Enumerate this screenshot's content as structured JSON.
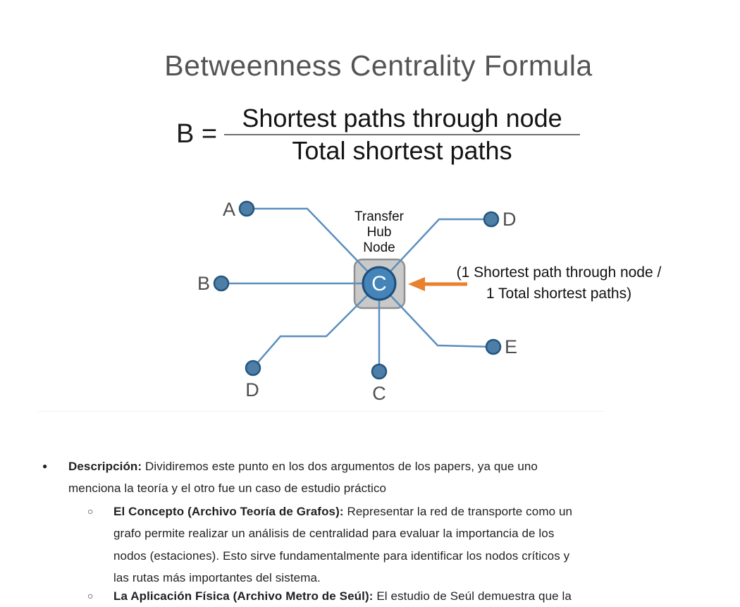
{
  "title": "Betweenness Centrality Formula",
  "formula": {
    "lhs": "B =",
    "numerator": "Shortest paths through node",
    "denominator": "Total shortest paths"
  },
  "diagram": {
    "hub_caption_lines": [
      "Transfer",
      "Hub",
      "Node"
    ],
    "hub_letter": "C",
    "annotation_line1": "(1 Shortest path through node /",
    "annotation_line2": "1 Total shortest paths)",
    "nodes": [
      {
        "label": "A"
      },
      {
        "label": "B"
      },
      {
        "label": "D"
      },
      {
        "label": "D"
      },
      {
        "label": "C"
      },
      {
        "label": "E"
      }
    ],
    "colors": {
      "edge_blue": "#5b8fbf",
      "node_fill": "#4d7ea8",
      "node_border": "#25567e",
      "hub_fill": "#c9c9c9",
      "hub_border": "#8f8f8f",
      "hub_circle_fill": "#4484b8",
      "hub_circle_border": "#1f4e79",
      "arrow_orange": "#e8802e",
      "title_gray": "#545456",
      "text_color": "#1f2023"
    }
  },
  "bullets": [
    {
      "marker": "●",
      "bold": "Descripción:",
      "line1_rest": " Dividiremos este punto en los dos argumentos de los papers, ya que uno",
      "more_lines": [
        "menciona la teoría y el otro fue un caso de estudio práctico"
      ]
    },
    {
      "marker": "○",
      "bold": "El Concepto (Archivo Teoría de Grafos):",
      "line1_rest": " Representar la red de transporte como un",
      "more_lines": [
        "grafo permite realizar un análisis de centralidad para evaluar la importancia de los",
        "nodos (estaciones). Esto sirve fundamentalmente para identificar los nodos críticos y",
        "las rutas más importantes del sistema."
      ]
    },
    {
      "marker": "○",
      "bold": "La Aplicación Física (Archivo Metro de Seúl):",
      "line1_rest": " El estudio de Seúl demuestra que la",
      "more_lines": []
    }
  ]
}
